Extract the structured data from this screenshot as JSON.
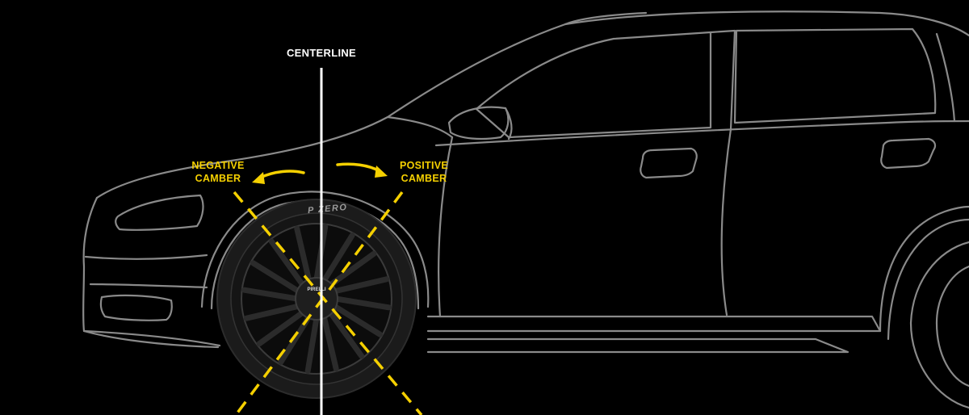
{
  "labels": {
    "centerline": "CENTERLINE",
    "negative_line1": "NEGATIVE",
    "negative_line2": "CAMBER",
    "positive_line1": "POSITIVE",
    "positive_line2": "CAMBER",
    "tire_brand": "P ZERO",
    "hub_brand": "PIRELLI"
  },
  "colors": {
    "background": "#000000",
    "outline": "#8a8a8a",
    "accent": "#f5d000",
    "centerline": "#ffffff",
    "tire": "#1b1b1b",
    "rim": "#0c0c0c"
  },
  "icons": {
    "negative_arrow": "curved-arrow-left-icon",
    "positive_arrow": "curved-arrow-right-icon"
  }
}
